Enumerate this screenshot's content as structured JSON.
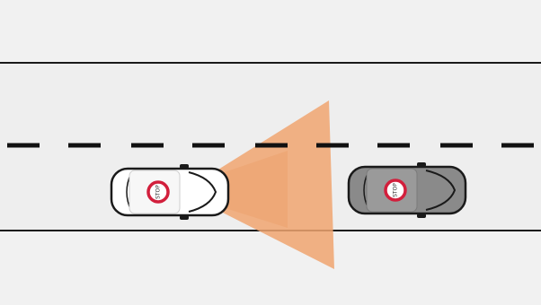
{
  "scene": {
    "description_free": true,
    "lanes": 2,
    "lane_divider": "dashed",
    "colors": {
      "road": "#eeeeee",
      "shoulder": "#f2f2f2",
      "edge_line": "#1a1a1a",
      "divider": "#111111",
      "beam": "#f0a470",
      "ego_car_body": "#ffffff",
      "lead_car_body": "#8a8a8a",
      "sign_ring": "#d21f3c"
    },
    "ego_car": {
      "label": "STOP",
      "color_name": "white"
    },
    "lead_car": {
      "label": "STOP",
      "color_name": "grey"
    },
    "beam": {
      "type": "sensor-cone",
      "direction": "forward"
    }
  }
}
